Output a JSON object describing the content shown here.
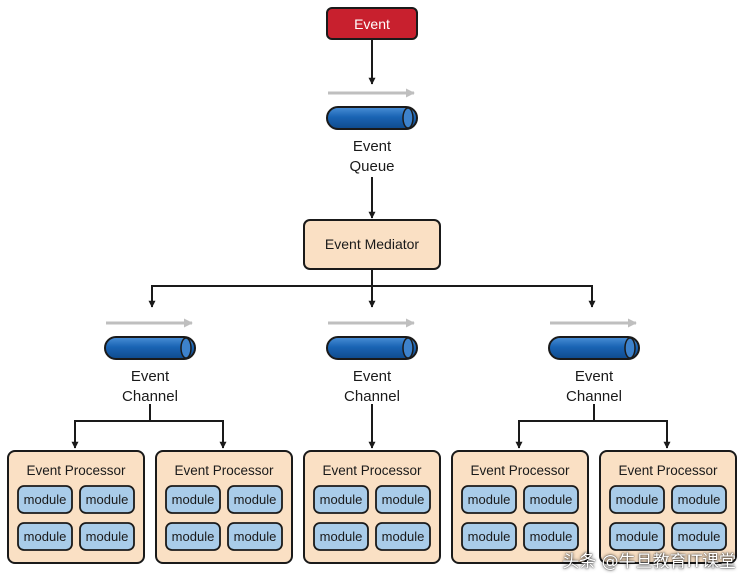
{
  "colors": {
    "event_fill": "#c8202e",
    "box_fill": "#fae0c4",
    "module_fill": "#a9cce9",
    "queue_fill": "#1a64b4",
    "flow_arrow": "#bfbfbf",
    "stroke": "#1a1a1a"
  },
  "event": {
    "label": "Event"
  },
  "event_queue": {
    "line1": "Event",
    "line2": "Queue"
  },
  "mediator": {
    "label": "Event Mediator"
  },
  "channels": [
    {
      "line1": "Event",
      "line2": "Channel"
    },
    {
      "line1": "Event",
      "line2": "Channel"
    },
    {
      "line1": "Event",
      "line2": "Channel"
    }
  ],
  "processors": [
    {
      "title": "Event Processor",
      "modules": [
        "module",
        "module",
        "module",
        "module"
      ]
    },
    {
      "title": "Event Processor",
      "modules": [
        "module",
        "module",
        "module",
        "module"
      ]
    },
    {
      "title": "Event Processor",
      "modules": [
        "module",
        "module",
        "module",
        "module"
      ]
    },
    {
      "title": "Event Processor",
      "modules": [
        "module",
        "module",
        "module",
        "module"
      ]
    },
    {
      "title": "Event Processor",
      "modules": [
        "module",
        "module",
        "module",
        "module"
      ]
    }
  ],
  "watermark": "头条 @牛旦教育IT课堂"
}
